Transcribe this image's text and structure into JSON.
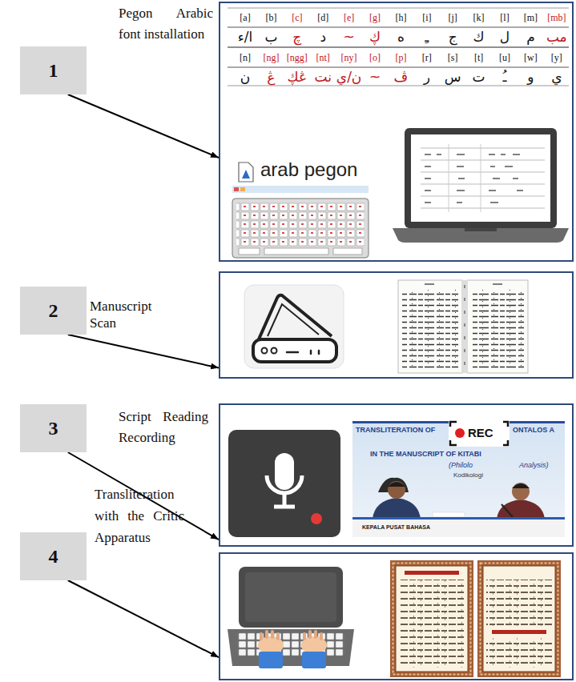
{
  "diagram": {
    "nodes": [
      {
        "text": [
          "1",
          "Pegon Arabic font installation"
        ]
      },
      {
        "text": [
          "arab pegon"
        ]
      },
      {
        "text": [
          "2",
          "Manuscript Scan"
        ]
      },
      {
        "text": []
      },
      {
        "text": [
          "3",
          "Script Reading Recording"
        ]
      },
      {
        "text": [
          "REC"
        ]
      },
      {
        "text": [
          "4",
          "Transliteration with the Critic Apparatus"
        ]
      },
      {
        "text": []
      }
    ],
    "edges": [
      {
        "from": 0,
        "to": 1,
        "arrow": "to"
      },
      {
        "from": 2,
        "to": 3,
        "arrow": "to"
      },
      {
        "from": 4,
        "to": 5,
        "arrow": "to"
      },
      {
        "from": 6,
        "to": 7,
        "arrow": "to"
      }
    ],
    "labels": [
      "[a]",
      "[b]",
      "[c]",
      "[d]",
      "[e]",
      "[g]",
      "[h]",
      "[i]",
      "[j]",
      "[k]",
      "[l]",
      "[m]",
      "[mb]",
      "ا/ء",
      "ب",
      "چ",
      "د",
      "~",
      "ڮ",
      "ه",
      "ـِ",
      "ج",
      "ك",
      "ل",
      "م",
      "مب",
      "[n]",
      "[ng]",
      "[ngg]",
      "[nt]",
      "[ny]",
      "[o]",
      "[p]",
      "[r]",
      "[s]",
      "[t]",
      "[u]",
      "[w]",
      "[y]",
      "ن",
      "ڠ",
      "ڠڮ",
      "نت",
      "ن/ي",
      "~",
      "ڤ",
      "ر",
      "س",
      "ت",
      "ـُ",
      "و",
      "ي",
      "TRANSLITERATION OF",
      "ONTALOS A",
      "IN THE MANUSCRIPT OF KITABI",
      "(Philolo",
      "Analysis)",
      "Kodikologi",
      "KEPALA PUSAT BAHASA"
    ]
  }
}
